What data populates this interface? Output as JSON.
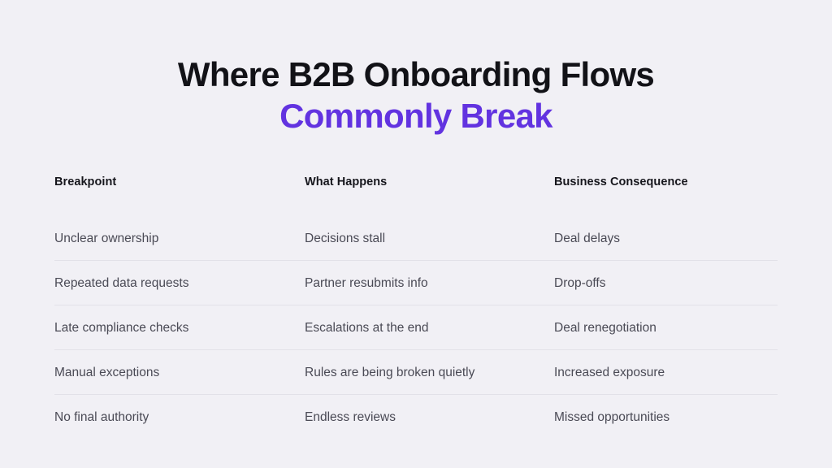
{
  "slide": {
    "background_color": "#f1f0f5",
    "title": {
      "line1": "Where B2B Onboarding Flows",
      "line2": "Commonly Break",
      "line1_color": "#121217",
      "line2_color": "#6233e0"
    },
    "table": {
      "divider_color": "#e2e1e8",
      "header_text_color": "#16161c",
      "body_text_color": "#4a4a55",
      "columns": [
        "Breakpoint",
        "What Happens",
        "Business Consequence"
      ],
      "rows": [
        {
          "breakpoint": "Unclear ownership",
          "what_happens": "Decisions stall",
          "business_consequence": "Deal delays"
        },
        {
          "breakpoint": "Repeated data requests",
          "what_happens": "Partner resubmits info",
          "business_consequence": "Drop-offs"
        },
        {
          "breakpoint": "Late compliance checks",
          "what_happens": "Escalations at the end",
          "business_consequence": "Deal renegotiation"
        },
        {
          "breakpoint": "Manual exceptions",
          "what_happens": "Rules are being broken quietly",
          "business_consequence": "Increased exposure"
        },
        {
          "breakpoint": "No final authority",
          "what_happens": "Endless reviews",
          "business_consequence": "Missed opportunities"
        }
      ]
    }
  }
}
